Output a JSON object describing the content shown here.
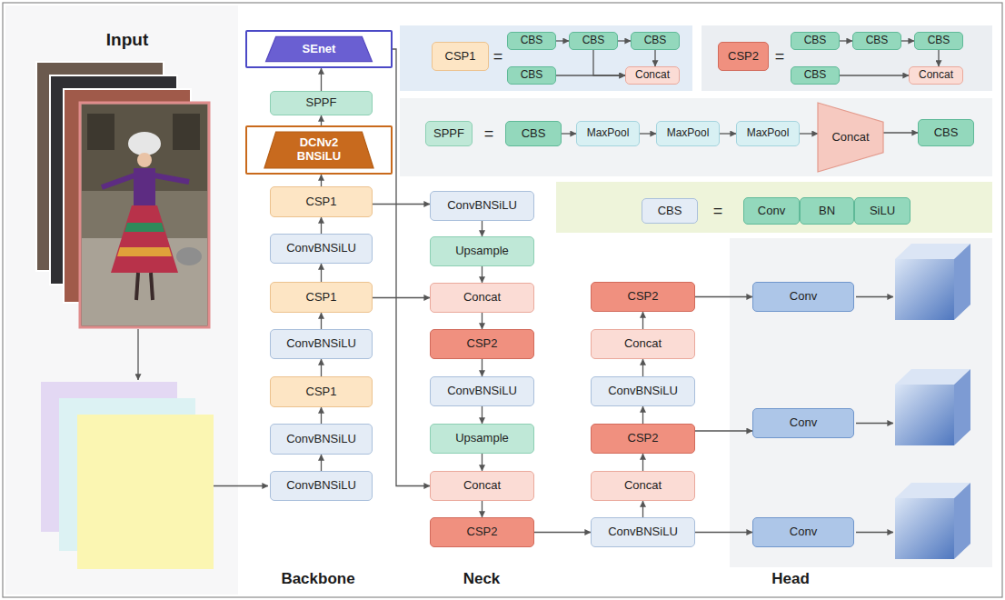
{
  "diagram": {
    "nodes": [
      {
        "text": [
          "SEnet"
        ]
      },
      {
        "text": [
          "SPPF"
        ]
      },
      {
        "text": [
          "DCNv2 BNSiLU"
        ]
      },
      {
        "text": [
          "CSP1"
        ]
      },
      {
        "text": [
          "ConvBNSiLU"
        ]
      },
      {
        "text": [
          "CSP1"
        ]
      },
      {
        "text": [
          "ConvBNSiLU"
        ]
      },
      {
        "text": [
          "CSP1"
        ]
      },
      {
        "text": [
          "ConvBNSiLU"
        ]
      },
      {
        "text": [
          "ConvBNSiLU"
        ]
      },
      {
        "text": [
          "ConvBNSiLU"
        ]
      },
      {
        "text": [
          "Upsample"
        ]
      },
      {
        "text": [
          "Concat"
        ]
      },
      {
        "text": [
          "CSP2"
        ]
      },
      {
        "text": [
          "ConvBNSiLU"
        ]
      },
      {
        "text": [
          "Upsample"
        ]
      },
      {
        "text": [
          "Concat"
        ]
      },
      {
        "text": [
          "CSP2"
        ]
      },
      {
        "text": [
          "CSP2"
        ]
      },
      {
        "text": [
          "Concat"
        ]
      },
      {
        "text": [
          "ConvBNSiLU"
        ]
      },
      {
        "text": [
          "CSP2"
        ]
      },
      {
        "text": [
          "Concat"
        ]
      },
      {
        "text": [
          "ConvBNSiLU"
        ]
      },
      {
        "text": [
          "Conv"
        ]
      },
      {
        "text": [
          "Conv"
        ]
      },
      {
        "text": [
          "Conv"
        ]
      },
      {
        "text": [
          "CSP1"
        ]
      },
      {
        "text": [
          "CBS"
        ]
      },
      {
        "text": [
          "CBS"
        ]
      },
      {
        "text": [
          "CBS"
        ]
      },
      {
        "text": [
          "CBS"
        ]
      },
      {
        "text": [
          "Concat"
        ]
      },
      {
        "text": [
          "CSP2"
        ]
      },
      {
        "text": [
          "CBS"
        ]
      },
      {
        "text": [
          "CBS"
        ]
      },
      {
        "text": [
          "CBS"
        ]
      },
      {
        "text": [
          "CBS"
        ]
      },
      {
        "text": [
          "Concat"
        ]
      },
      {
        "text": [
          "SPPF"
        ]
      },
      {
        "text": [
          "CBS"
        ]
      },
      {
        "text": [
          "MaxPool"
        ]
      },
      {
        "text": [
          "MaxPool"
        ]
      },
      {
        "text": [
          "MaxPool"
        ]
      },
      {
        "text": [
          "Concat"
        ]
      },
      {
        "text": [
          "CBS"
        ]
      },
      {
        "text": [
          "CBS"
        ]
      },
      {
        "text": [
          "Conv"
        ]
      },
      {
        "text": [
          "BN"
        ]
      },
      {
        "text": [
          "SiLU"
        ]
      }
    ],
    "edges": [
      {
        "from": 9,
        "to": 8,
        "arrow": "to"
      },
      {
        "from": 8,
        "to": 7,
        "arrow": "to"
      },
      {
        "from": 7,
        "to": 6,
        "arrow": "to"
      },
      {
        "from": 6,
        "to": 5,
        "arrow": "to"
      },
      {
        "from": 5,
        "to": 4,
        "arrow": "to"
      },
      {
        "from": 4,
        "to": 3,
        "arrow": "to"
      },
      {
        "from": 3,
        "to": 2,
        "arrow": "to"
      },
      {
        "from": 2,
        "to": 1,
        "arrow": "to"
      },
      {
        "from": 1,
        "to": 0,
        "arrow": "to"
      },
      {
        "from": 0,
        "to": 16,
        "arrow": "to"
      },
      {
        "from": 3,
        "to": 10,
        "arrow": "to"
      },
      {
        "from": 5,
        "to": 12,
        "arrow": "to"
      },
      {
        "from": 10,
        "to": 11,
        "arrow": "to"
      },
      {
        "from": 11,
        "to": 12,
        "arrow": "to"
      },
      {
        "from": 12,
        "to": 13,
        "arrow": "to"
      },
      {
        "from": 13,
        "to": 14,
        "arrow": "to"
      },
      {
        "from": 14,
        "to": 15,
        "arrow": "to"
      },
      {
        "from": 15,
        "to": 16,
        "arrow": "to"
      },
      {
        "from": 16,
        "to": 17,
        "arrow": "to"
      },
      {
        "from": 17,
        "to": 23,
        "arrow": "to"
      },
      {
        "from": 23,
        "to": 22,
        "arrow": "to"
      },
      {
        "from": 22,
        "to": 21,
        "arrow": "to"
      },
      {
        "from": 21,
        "to": 20,
        "arrow": "to"
      },
      {
        "from": 20,
        "to": 19,
        "arrow": "to"
      },
      {
        "from": 19,
        "to": 18,
        "arrow": "to"
      },
      {
        "from": 18,
        "to": 24,
        "arrow": "to"
      },
      {
        "from": 21,
        "to": 25,
        "arrow": "to"
      },
      {
        "from": 23,
        "to": 26,
        "arrow": "to"
      },
      {
        "from": 28,
        "to": 29,
        "arrow": "to"
      },
      {
        "from": 29,
        "to": 30,
        "arrow": "to"
      },
      {
        "from": 30,
        "to": 32,
        "arrow": "to"
      },
      {
        "from": 29,
        "to": 32,
        "arrow": "to"
      },
      {
        "from": 31,
        "to": 32,
        "arrow": "to"
      },
      {
        "from": 34,
        "to": 35,
        "arrow": "to"
      },
      {
        "from": 35,
        "to": 36,
        "arrow": "to"
      },
      {
        "from": 36,
        "to": 38,
        "arrow": "to"
      },
      {
        "from": 37,
        "to": 38,
        "arrow": "to"
      },
      {
        "from": 40,
        "to": 41,
        "arrow": "to"
      },
      {
        "from": 41,
        "to": 42,
        "arrow": "to"
      },
      {
        "from": 42,
        "to": 43,
        "arrow": "to"
      },
      {
        "from": 43,
        "to": 44,
        "arrow": "to"
      },
      {
        "from": 44,
        "to": 45,
        "arrow": "to"
      }
    ],
    "labels": [
      "Input",
      "Backbone",
      "Neck",
      "Head",
      "=",
      "=",
      "=",
      "="
    ]
  }
}
